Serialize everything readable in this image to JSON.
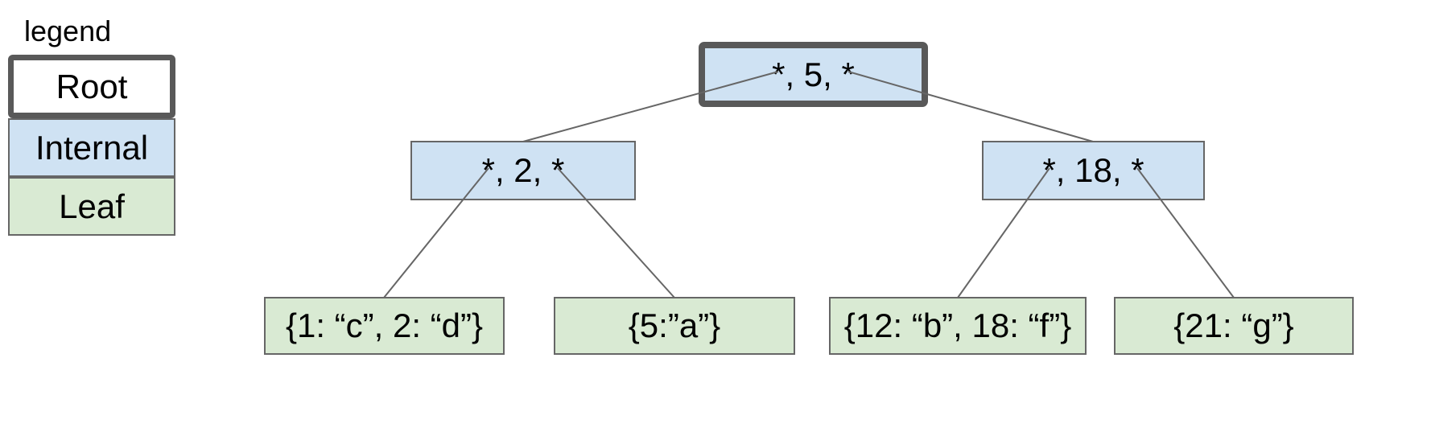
{
  "legend": {
    "title": "legend",
    "items": [
      {
        "id": "root",
        "label": "Root",
        "fill": "#ffffff",
        "border": "#595959",
        "border_style": "thick"
      },
      {
        "id": "internal",
        "label": "Internal",
        "fill": "#cfe2f3",
        "border": "#666666",
        "border_style": "thin"
      },
      {
        "id": "leaf",
        "label": "Leaf",
        "fill": "#d9ead3",
        "border": "#666666",
        "border_style": "thin"
      }
    ]
  },
  "tree": {
    "nodes": [
      {
        "id": "root",
        "type": "root",
        "label": "*, 5, *"
      },
      {
        "id": "internal-left",
        "type": "internal",
        "label": "*, 2, *"
      },
      {
        "id": "internal-right",
        "type": "internal",
        "label": "*, 18, *"
      },
      {
        "id": "leaf-0",
        "type": "leaf",
        "label": "{1: “c”, 2: “d”}"
      },
      {
        "id": "leaf-1",
        "type": "leaf",
        "label": "{5:”a”}"
      },
      {
        "id": "leaf-2",
        "type": "leaf",
        "label": "{12: “b”, 18: “f”}"
      },
      {
        "id": "leaf-3",
        "type": "leaf",
        "label": "{21: “g”}"
      }
    ],
    "edges": [
      {
        "from": "root",
        "to": "internal-left"
      },
      {
        "from": "root",
        "to": "internal-right"
      },
      {
        "from": "internal-left",
        "to": "leaf-0"
      },
      {
        "from": "internal-left",
        "to": "leaf-1"
      },
      {
        "from": "internal-right",
        "to": "leaf-2"
      },
      {
        "from": "internal-right",
        "to": "leaf-3"
      }
    ]
  },
  "colors": {
    "internal_fill": "#cfe2f3",
    "leaf_fill": "#d9ead3",
    "thick_border": "#595959",
    "thin_border": "#666666",
    "edge_line": "#666666",
    "text": "#000000",
    "background": "#ffffff"
  }
}
